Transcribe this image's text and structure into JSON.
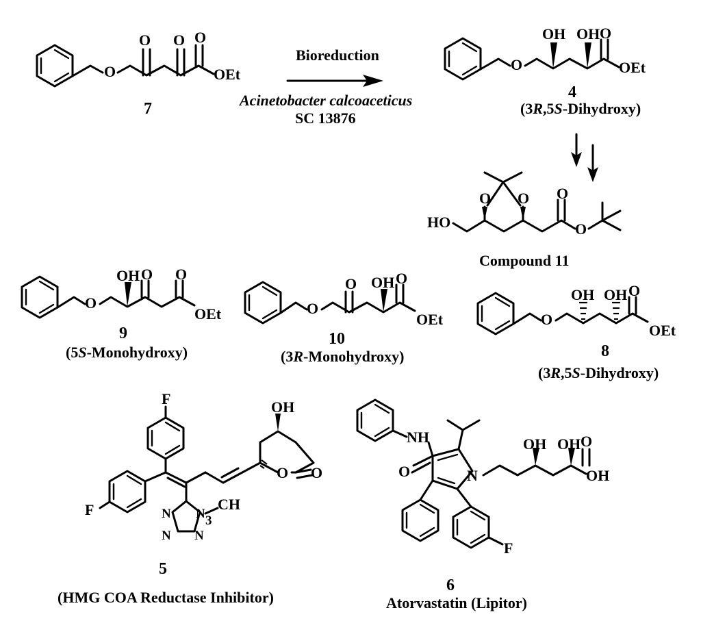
{
  "reaction": {
    "condition_top": "Bioreduction",
    "organism": "Acinetobacter calcoaceticus",
    "strain": "SC 13876"
  },
  "compounds": {
    "c7": {
      "number": "7"
    },
    "c4": {
      "number": "4",
      "desc_pre": "(3",
      "desc_r": "R",
      "desc_mid": ",5",
      "desc_s": "S",
      "desc_post": "-Dihydroxy)"
    },
    "c11": {
      "label": "Compound 11"
    },
    "c9": {
      "number": "9",
      "desc_pre": "(5",
      "desc_s": "S",
      "desc_post": "-Monohydroxy)"
    },
    "c10": {
      "number": "10",
      "desc_pre": "(3",
      "desc_r": "R",
      "desc_post": "-Monohydroxy)"
    },
    "c8": {
      "number": "8",
      "desc_pre": "(3",
      "desc_r": "R",
      "desc_mid": ",5",
      "desc_s": "S",
      "desc_post": "-Dihydroxy)"
    },
    "c5": {
      "number": "5",
      "desc": "(HMG COA Reductase Inhibitor)"
    },
    "c6": {
      "number": "6",
      "desc": "Atorvastatin (Lipitor)"
    }
  },
  "atoms": {
    "O": "O",
    "OH": "OH",
    "HO": "HO",
    "OEt": "OEt",
    "F": "F",
    "N": "N",
    "NH": "NH",
    "CH": "CH",
    "sub3": "3",
    "N1": "N"
  }
}
